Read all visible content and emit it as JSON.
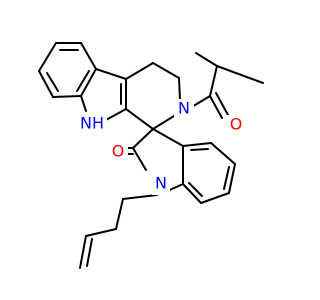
{
  "colors": {
    "bond": "#000000",
    "nitrogen": "#0000ff",
    "oxygen": "#ff0000",
    "background": "#ffffff"
  },
  "atoms": {
    "nh": {
      "text": "NH",
      "element": "N"
    },
    "n_amide": {
      "text": "N",
      "element": "N"
    },
    "o_isobutyryl": {
      "text": "O",
      "element": "O"
    },
    "o_lactam": {
      "text": "O",
      "element": "O"
    },
    "n_indolinone": {
      "text": "N",
      "element": "N"
    }
  }
}
